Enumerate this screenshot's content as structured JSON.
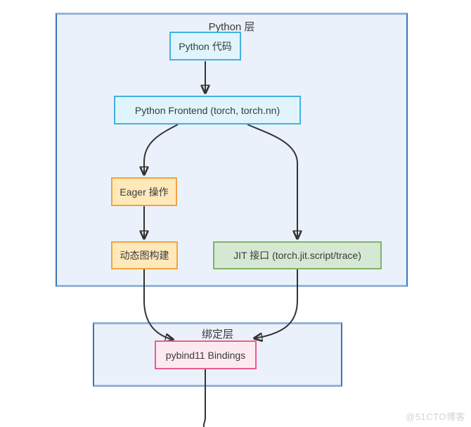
{
  "diagram": {
    "python_layer": {
      "title": "Python 层"
    },
    "binding_layer": {
      "title": "绑定层"
    },
    "nodes": {
      "python_code": {
        "label": "Python 代码"
      },
      "python_frontend": {
        "label": "Python Frontend (torch, torch.nn)"
      },
      "eager_ops": {
        "label": "Eager 操作"
      },
      "dynamic_graph": {
        "label": "动态图构建"
      },
      "jit_interface": {
        "label": "JIT 接口 (torch.jit.script/trace)"
      },
      "pybind11": {
        "label": "pybind11 Bindings"
      }
    },
    "colors": {
      "layer_fill": "#eaf1fb",
      "layer_border_side": "#3b74b2",
      "layer_border_band": "#94b3d7",
      "cyan_fill": "#e0f4fd",
      "cyan_border": "#45b0e0",
      "orange_fill": "#ffe9bb",
      "orange_border": "#efa63c",
      "green_fill": "#d5e8d4",
      "green_border": "#82b366",
      "pink_fill": "#fdeaf1",
      "pink_border": "#e95d8d",
      "wire": "#333333",
      "text": "#3a3a3a"
    }
  },
  "watermark": {
    "text": "@51CTO博客"
  }
}
